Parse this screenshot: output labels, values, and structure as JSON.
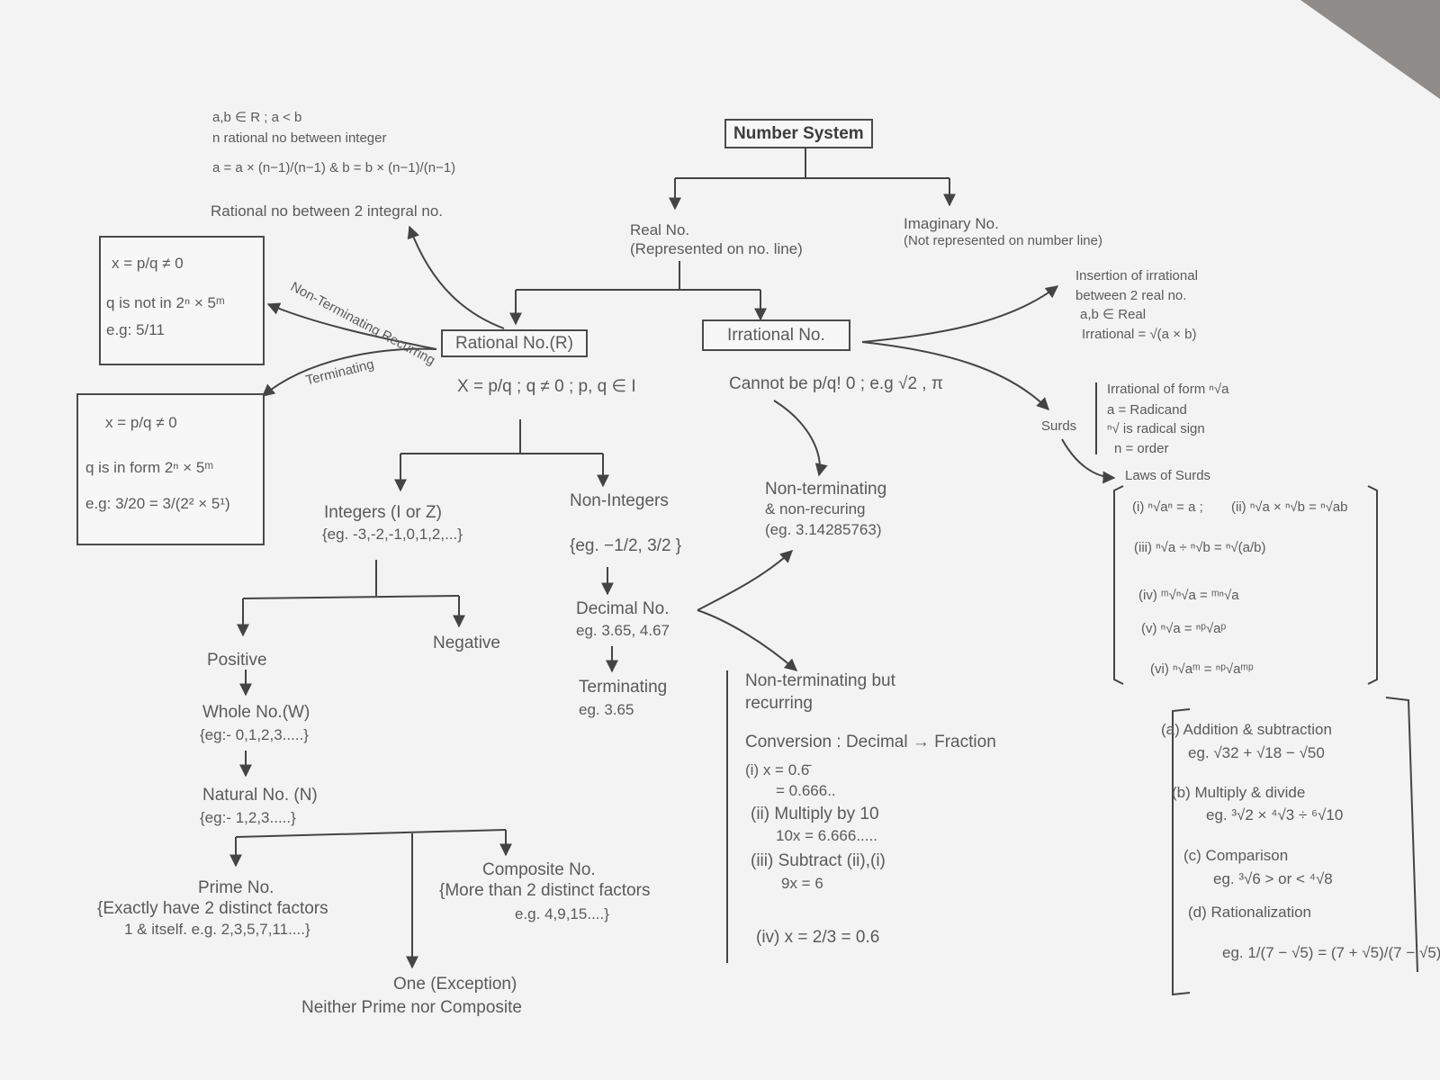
{
  "title": "Number System",
  "top_left": {
    "line1": "a,b ∈ R ; a < b",
    "line2": "n rational no between integer",
    "formula": "a = a × (n−1)/(n−1) & b = b × (n−1)/(n−1)",
    "caption": "Rational no between 2 integral no."
  },
  "real": {
    "label": "Real No.",
    "sub": "(Represented on no. line)"
  },
  "imaginary": {
    "label": "Imaginary No.",
    "sub": "(Not represented on number line)"
  },
  "rational": {
    "label": "Rational No.(R)",
    "def": "X = p/q ; q ≠ 0 ; p, q ∈ I"
  },
  "irrational": {
    "label": "Irrational No.",
    "def": "Cannot be p/q! 0 ; e.g √2 , π"
  },
  "edges": {
    "non_terminating_recurring": "Non-Terminating Recurring",
    "terminating": "Terminating"
  },
  "box_recurring": {
    "l1": "x = p/q ≠ 0",
    "l2": "q is not in 2ⁿ × 5ᵐ",
    "l3": "e.g: 5/11"
  },
  "box_terminating": {
    "l1": "x = p/q ≠ 0",
    "l2": "q is in form 2ⁿ × 5ᵐ",
    "l3": "e.g: 3/20 = 3/(2² × 5¹)"
  },
  "integers": {
    "label": "Integers (I or Z)",
    "eg": "{eg. -3,-2,-1,0,1,2,...}"
  },
  "non_integers": {
    "label": "Non-Integers",
    "eg": "{eg. −1/2, 3/2 }"
  },
  "positive": "Positive",
  "negative": "Negative",
  "whole": {
    "label": "Whole No.(W)",
    "eg": "{eg:- 0,1,2,3.....}"
  },
  "natural": {
    "label": "Natural No. (N)",
    "eg": "{eg:- 1,2,3.....}"
  },
  "prime": {
    "label": "Prime No.",
    "l1": "{Exactly have 2 distinct factors",
    "l2": "1 & itself. e.g. 2,3,5,7,11....}"
  },
  "composite": {
    "label": "Composite No.",
    "l1": "{More than 2 distinct factors",
    "l2": "e.g. 4,9,15....}"
  },
  "one": {
    "label": "One (Exception)",
    "sub": "Neither Prime nor Composite"
  },
  "decimal": {
    "label": "Decimal No.",
    "eg": "eg. 3.65, 4.67"
  },
  "terminating_dec": {
    "label": "Terminating",
    "eg": "eg. 3.65"
  },
  "non_term_non_rec": {
    "l1": "Non-terminating",
    "l2": "& non-recuring",
    "l3": "(eg. 3.14285763)"
  },
  "non_term_rec": {
    "l1": "Non-terminating but",
    "l2": "recurring"
  },
  "conversion": {
    "title": "Conversion : Decimal → Fraction",
    "s1a": "(i) x = 0.6̄",
    "s1b": "= 0.666..",
    "s2a": "(ii) Multiply by 10",
    "s2b": "10x = 6.666.....",
    "s3a": "(iii) Subtract (ii),(i)",
    "s3b": "9x = 6",
    "s4": "(iv) x = 2/3 = 0.6"
  },
  "insertion": {
    "l1": "Insertion of irrational",
    "l2": "between 2 real no.",
    "l3": "a,b ∈ Real",
    "l4": "Irrational = √(a × b)"
  },
  "surds": {
    "label": "Surds",
    "l1": "Irrational of form ⁿ√a",
    "l2": "a = Radicand",
    "l3": "ⁿ√ is radical sign",
    "l4": "n = order",
    "laws_title": "Laws of Surds",
    "law1": "(i) ⁿ√aⁿ = a ;",
    "law2": "(ii) ⁿ√a × ⁿ√b = ⁿ√ab",
    "law3": "(iii) ⁿ√a ÷ ⁿ√b = ⁿ√(a/b)",
    "law4": "(iv) ᵐ√ⁿ√a = ᵐⁿ√a",
    "law5": "(v) ⁿ√a = ⁿᵖ√aᵖ",
    "law6": "(vi) ⁿ√aᵐ = ⁿᵖ√aᵐᵖ"
  },
  "operations": {
    "a": "(a) Addition & subtraction",
    "a_eg": "eg. √32 + √18 − √50",
    "b": "(b) Multiply & divide",
    "b_eg": "eg. ³√2 × ⁴√3 ÷ ⁶√10",
    "c": "(c) Comparison",
    "c_eg": "eg. ³√6 > or < ⁴√8",
    "d": "(d) Rationalization",
    "d_eg": "eg. 1/(7 − √5) = (7 + √5)/(7 − √5)"
  }
}
